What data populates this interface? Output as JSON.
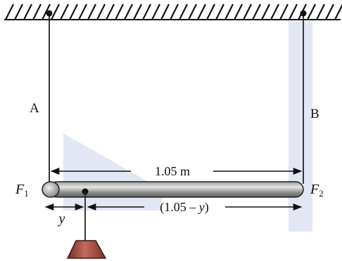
{
  "labels": {
    "rope_a": "A",
    "rope_b": "B",
    "f1_main": "F",
    "f1_sub": "1",
    "f2_main": "F",
    "f2_sub": "2",
    "length_dim": "1.05 m",
    "y_dim": "y",
    "remaining_open": "(1.05 – ",
    "remaining_var": "y",
    "remaining_close": ")"
  },
  "colors": {
    "ceiling_line": "#111111",
    "hatch": "#111111",
    "rope": "#222222",
    "rod_fill_dark": "#6f6f6f",
    "rod_fill_light": "#e4e4e4",
    "rod_outline": "#222222",
    "weight_fill": "#8a3b30",
    "weight_light": "#c46a5c",
    "watermark": "#dfe3f1"
  },
  "icons": {
    "support_a": "pivot-dot-icon",
    "support_b": "pivot-dot-icon",
    "load_point": "pivot-dot-icon",
    "weight": "trapezoid-weight-icon"
  }
}
